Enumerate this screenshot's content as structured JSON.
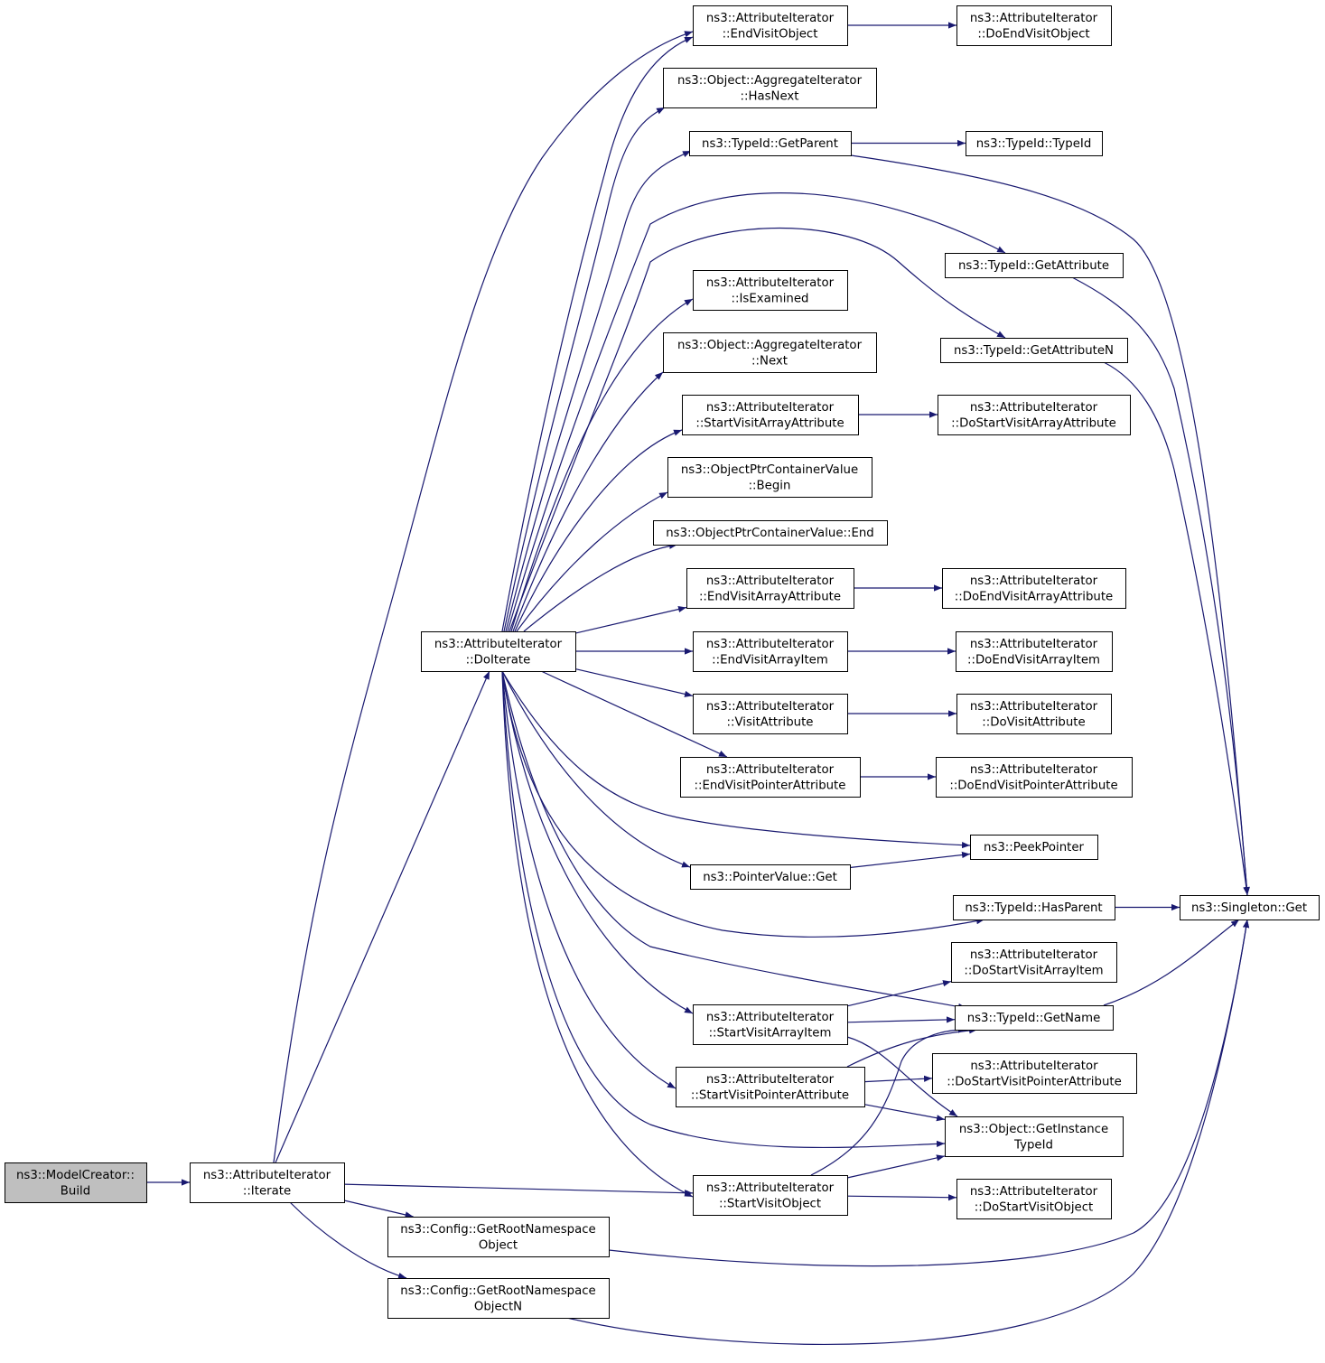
{
  "colors": {
    "edge": "#191970",
    "node_fill": "#ffffff",
    "root_fill": "#bfbfbf",
    "border": "#000000"
  },
  "nodes": [
    {
      "id": "build",
      "lines": [
        "ns3::ModelCreator::",
        "Build"
      ],
      "root": true
    },
    {
      "id": "iterate",
      "lines": [
        "ns3::AttributeIterator",
        "::Iterate"
      ]
    },
    {
      "id": "doiterate",
      "lines": [
        "ns3::AttributeIterator",
        "::DoIterate"
      ]
    },
    {
      "id": "endvisitobject",
      "lines": [
        "ns3::AttributeIterator",
        "::EndVisitObject"
      ]
    },
    {
      "id": "doendvisitobject",
      "lines": [
        "ns3::AttributeIterator",
        "::DoEndVisitObject"
      ]
    },
    {
      "id": "hasnext",
      "lines": [
        "ns3::Object::AggregateIterator",
        "::HasNext"
      ]
    },
    {
      "id": "getparent",
      "lines": [
        "ns3::TypeId::GetParent"
      ]
    },
    {
      "id": "typeid",
      "lines": [
        "ns3::TypeId::TypeId"
      ]
    },
    {
      "id": "getattribute",
      "lines": [
        "ns3::TypeId::GetAttribute"
      ]
    },
    {
      "id": "isexamined",
      "lines": [
        "ns3::AttributeIterator",
        "::IsExamined"
      ]
    },
    {
      "id": "getattributen",
      "lines": [
        "ns3::TypeId::GetAttributeN"
      ]
    },
    {
      "id": "next",
      "lines": [
        "ns3::Object::AggregateIterator",
        "::Next"
      ]
    },
    {
      "id": "startvisitarrayattribute",
      "lines": [
        "ns3::AttributeIterator",
        "::StartVisitArrayAttribute"
      ]
    },
    {
      "id": "dostartvisitarrayattribute",
      "lines": [
        "ns3::AttributeIterator",
        "::DoStartVisitArrayAttribute"
      ]
    },
    {
      "id": "begin",
      "lines": [
        "ns3::ObjectPtrContainerValue",
        "::Begin"
      ]
    },
    {
      "id": "end",
      "lines": [
        "ns3::ObjectPtrContainerValue::End"
      ]
    },
    {
      "id": "endvisitarrayattribute",
      "lines": [
        "ns3::AttributeIterator",
        "::EndVisitArrayAttribute"
      ]
    },
    {
      "id": "doendvisitarrayattribute",
      "lines": [
        "ns3::AttributeIterator",
        "::DoEndVisitArrayAttribute"
      ]
    },
    {
      "id": "endvisitarrayitem",
      "lines": [
        "ns3::AttributeIterator",
        "::EndVisitArrayItem"
      ]
    },
    {
      "id": "doendvisitarrayitem",
      "lines": [
        "ns3::AttributeIterator",
        "::DoEndVisitArrayItem"
      ]
    },
    {
      "id": "visitattribute",
      "lines": [
        "ns3::AttributeIterator",
        "::VisitAttribute"
      ]
    },
    {
      "id": "dovisitattribute",
      "lines": [
        "ns3::AttributeIterator",
        "::DoVisitAttribute"
      ]
    },
    {
      "id": "endvisitpointerattribute",
      "lines": [
        "ns3::AttributeIterator",
        "::EndVisitPointerAttribute"
      ]
    },
    {
      "id": "doendvisitpointerattribute",
      "lines": [
        "ns3::AttributeIterator",
        "::DoEndVisitPointerAttribute"
      ]
    },
    {
      "id": "peekpointer",
      "lines": [
        "ns3::PeekPointer"
      ]
    },
    {
      "id": "pointervalueget",
      "lines": [
        "ns3::PointerValue::Get"
      ]
    },
    {
      "id": "hasparent",
      "lines": [
        "ns3::TypeId::HasParent"
      ]
    },
    {
      "id": "singletonget",
      "lines": [
        "ns3::Singleton::Get"
      ]
    },
    {
      "id": "dostartvisitarrayitem",
      "lines": [
        "ns3::AttributeIterator",
        "::DoStartVisitArrayItem"
      ]
    },
    {
      "id": "startvisitarrayitem",
      "lines": [
        "ns3::AttributeIterator",
        "::StartVisitArrayItem"
      ]
    },
    {
      "id": "getname",
      "lines": [
        "ns3::TypeId::GetName"
      ]
    },
    {
      "id": "dostartvisitpointerattribute",
      "lines": [
        "ns3::AttributeIterator",
        "::DoStartVisitPointerAttribute"
      ]
    },
    {
      "id": "startvisitpointerattribute",
      "lines": [
        "ns3::AttributeIterator",
        "::StartVisitPointerAttribute"
      ]
    },
    {
      "id": "getinstancetypeid",
      "lines": [
        "ns3::Object::GetInstance",
        "TypeId"
      ]
    },
    {
      "id": "startvisitobject",
      "lines": [
        "ns3::AttributeIterator",
        "::StartVisitObject"
      ]
    },
    {
      "id": "dostartvisitobject",
      "lines": [
        "ns3::AttributeIterator",
        "::DoStartVisitObject"
      ]
    },
    {
      "id": "getrootnamespaceobject",
      "lines": [
        "ns3::Config::GetRootNamespace",
        "Object"
      ]
    },
    {
      "id": "getrootnamespaceobjectn",
      "lines": [
        "ns3::Config::GetRootNamespace",
        "ObjectN"
      ]
    }
  ],
  "edges": [
    [
      "build",
      "iterate"
    ],
    [
      "iterate",
      "endvisitobject"
    ],
    [
      "iterate",
      "doiterate"
    ],
    [
      "iterate",
      "startvisitobject"
    ],
    [
      "iterate",
      "getrootnamespaceobject"
    ],
    [
      "iterate",
      "getrootnamespaceobjectn"
    ],
    [
      "doiterate",
      "endvisitobject"
    ],
    [
      "doiterate",
      "hasnext"
    ],
    [
      "doiterate",
      "getparent"
    ],
    [
      "doiterate",
      "getattribute"
    ],
    [
      "doiterate",
      "isexamined"
    ],
    [
      "doiterate",
      "getattributen"
    ],
    [
      "doiterate",
      "next"
    ],
    [
      "doiterate",
      "startvisitarrayattribute"
    ],
    [
      "doiterate",
      "begin"
    ],
    [
      "doiterate",
      "end"
    ],
    [
      "doiterate",
      "endvisitarrayattribute"
    ],
    [
      "doiterate",
      "endvisitarrayitem"
    ],
    [
      "doiterate",
      "visitattribute"
    ],
    [
      "doiterate",
      "endvisitpointerattribute"
    ],
    [
      "doiterate",
      "peekpointer"
    ],
    [
      "doiterate",
      "pointervalueget"
    ],
    [
      "doiterate",
      "hasparent"
    ],
    [
      "doiterate",
      "getname"
    ],
    [
      "doiterate",
      "startvisitarrayitem"
    ],
    [
      "doiterate",
      "startvisitpointerattribute"
    ],
    [
      "doiterate",
      "getinstancetypeid"
    ],
    [
      "doiterate",
      "startvisitobject"
    ],
    [
      "endvisitobject",
      "doendvisitobject"
    ],
    [
      "getparent",
      "typeid"
    ],
    [
      "getparent",
      "singletonget"
    ],
    [
      "getattribute",
      "singletonget"
    ],
    [
      "getattributen",
      "singletonget"
    ],
    [
      "startvisitarrayattribute",
      "dostartvisitarrayattribute"
    ],
    [
      "endvisitarrayattribute",
      "doendvisitarrayattribute"
    ],
    [
      "endvisitarrayitem",
      "doendvisitarrayitem"
    ],
    [
      "visitattribute",
      "dovisitattribute"
    ],
    [
      "endvisitpointerattribute",
      "doendvisitpointerattribute"
    ],
    [
      "pointervalueget",
      "peekpointer"
    ],
    [
      "hasparent",
      "singletonget"
    ],
    [
      "getname",
      "singletonget"
    ],
    [
      "startvisitarrayitem",
      "dostartvisitarrayitem"
    ],
    [
      "startvisitarrayitem",
      "getname"
    ],
    [
      "startvisitarrayitem",
      "getinstancetypeid"
    ],
    [
      "startvisitpointerattribute",
      "getname"
    ],
    [
      "startvisitpointerattribute",
      "dostartvisitpointerattribute"
    ],
    [
      "startvisitpointerattribute",
      "getinstancetypeid"
    ],
    [
      "startvisitobject",
      "getname"
    ],
    [
      "startvisitobject",
      "getinstancetypeid"
    ],
    [
      "startvisitobject",
      "dostartvisitobject"
    ],
    [
      "getrootnamespaceobject",
      "singletonget"
    ],
    [
      "getrootnamespaceobjectn",
      "singletonget"
    ]
  ]
}
